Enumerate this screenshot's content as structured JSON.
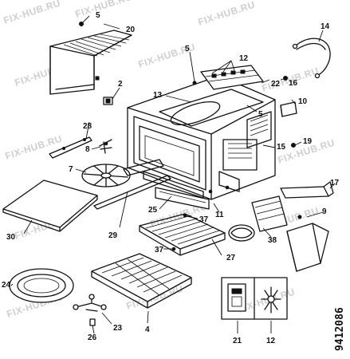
{
  "watermark": "FIX-HUB.RU",
  "document_number": "9412086",
  "callouts": {
    "c2": "2",
    "c4": "4",
    "c5a": "5",
    "c5b": "5",
    "c5c": "5",
    "c7": "7",
    "c8": "8",
    "c9": "9",
    "c10": "10",
    "c11": "11",
    "c12a": "12",
    "c12b": "12",
    "c13": "13",
    "c14": "14",
    "c15": "15",
    "c16": "16",
    "c17": "17",
    "c19": "19",
    "c20": "20",
    "c21": "21",
    "c22": "22",
    "c23": "23",
    "c24": "24",
    "c25": "25",
    "c26": "26",
    "c27": "27",
    "c28": "28",
    "c29": "29",
    "c30": "30",
    "c37a": "37",
    "c37b": "37",
    "c38": "38"
  }
}
